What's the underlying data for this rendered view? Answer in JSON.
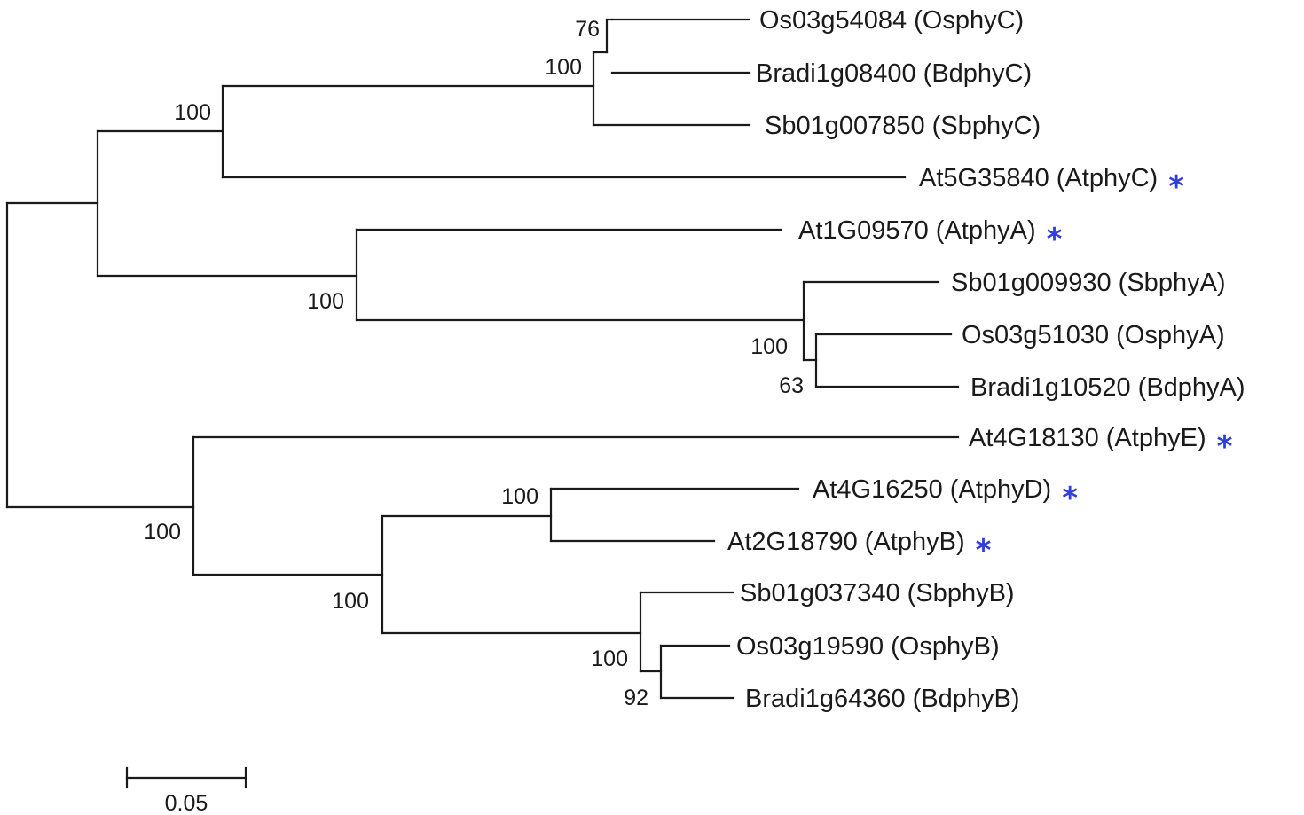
{
  "tree": {
    "marker_color": "#2f3fdc",
    "leaves": [
      {
        "id": "OsphyC",
        "label": "Os03g54084 (OsphyC)",
        "marker": ""
      },
      {
        "id": "BdphyC",
        "label": "Bradi1g08400 (BdphyC)",
        "marker": ""
      },
      {
        "id": "SbphyC",
        "label": "Sb01g007850 (SbphyC)",
        "marker": ""
      },
      {
        "id": "AtphyC",
        "label": "At5G35840 (AtphyC)",
        "marker": "*"
      },
      {
        "id": "AtphyA",
        "label": "At1G09570 (AtphyA)",
        "marker": "*"
      },
      {
        "id": "SbphyA",
        "label": "Sb01g009930 (SbphyA)",
        "marker": ""
      },
      {
        "id": "OsphyA",
        "label": "Os03g51030 (OsphyA)",
        "marker": ""
      },
      {
        "id": "BdphyA",
        "label": "Bradi1g10520 (BdphyA)",
        "marker": ""
      },
      {
        "id": "AtphyE",
        "label": "At4G18130 (AtphyE)",
        "marker": "*"
      },
      {
        "id": "AtphyD",
        "label": "At4G16250 (AtphyD)",
        "marker": "*"
      },
      {
        "id": "AtphyB",
        "label": "At2G18790 (AtphyB)",
        "marker": "*"
      },
      {
        "id": "SbphyB",
        "label": "Sb01g037340 (SbphyB)",
        "marker": ""
      },
      {
        "id": "OsphyB",
        "label": "Os03g19590 (OsphyB)",
        "marker": ""
      },
      {
        "id": "BdphyB",
        "label": "Bradi1g64360 (BdphyB)",
        "marker": ""
      }
    ],
    "bootstrap_values": [
      "76",
      "100",
      "100",
      "100",
      "100",
      "63",
      "100",
      "100",
      "100",
      "100",
      "92"
    ],
    "scale_bar": {
      "label": "0.05"
    }
  }
}
